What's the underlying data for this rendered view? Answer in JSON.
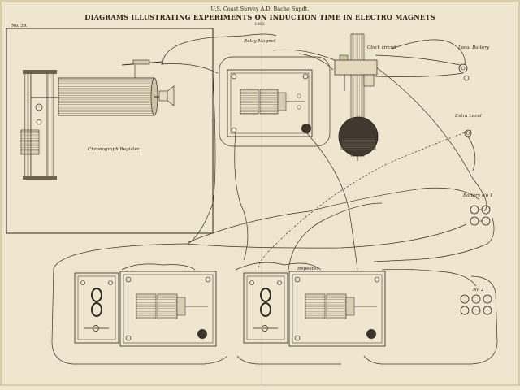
{
  "header": {
    "survey_line": "U.S. Coast Survey A.D. Bache Supdt.",
    "title": "DIAGRAMS ILLUSTRATING EXPERIMENTS ON INDUCTION TIME IN ELECTRO MAGNETS",
    "year": "1860.",
    "plate_number": "No. 39."
  },
  "labels": {
    "relay_magnet": "Relay Magnet",
    "clock_circuit": "Clock circuit",
    "local_battery": "Local Battery",
    "extra_local": "Extra Local",
    "chronograph_register": "Chronograph Register",
    "battery_no1": "Battery No 1",
    "no2": "No 2",
    "repeater": "Repeater"
  }
}
